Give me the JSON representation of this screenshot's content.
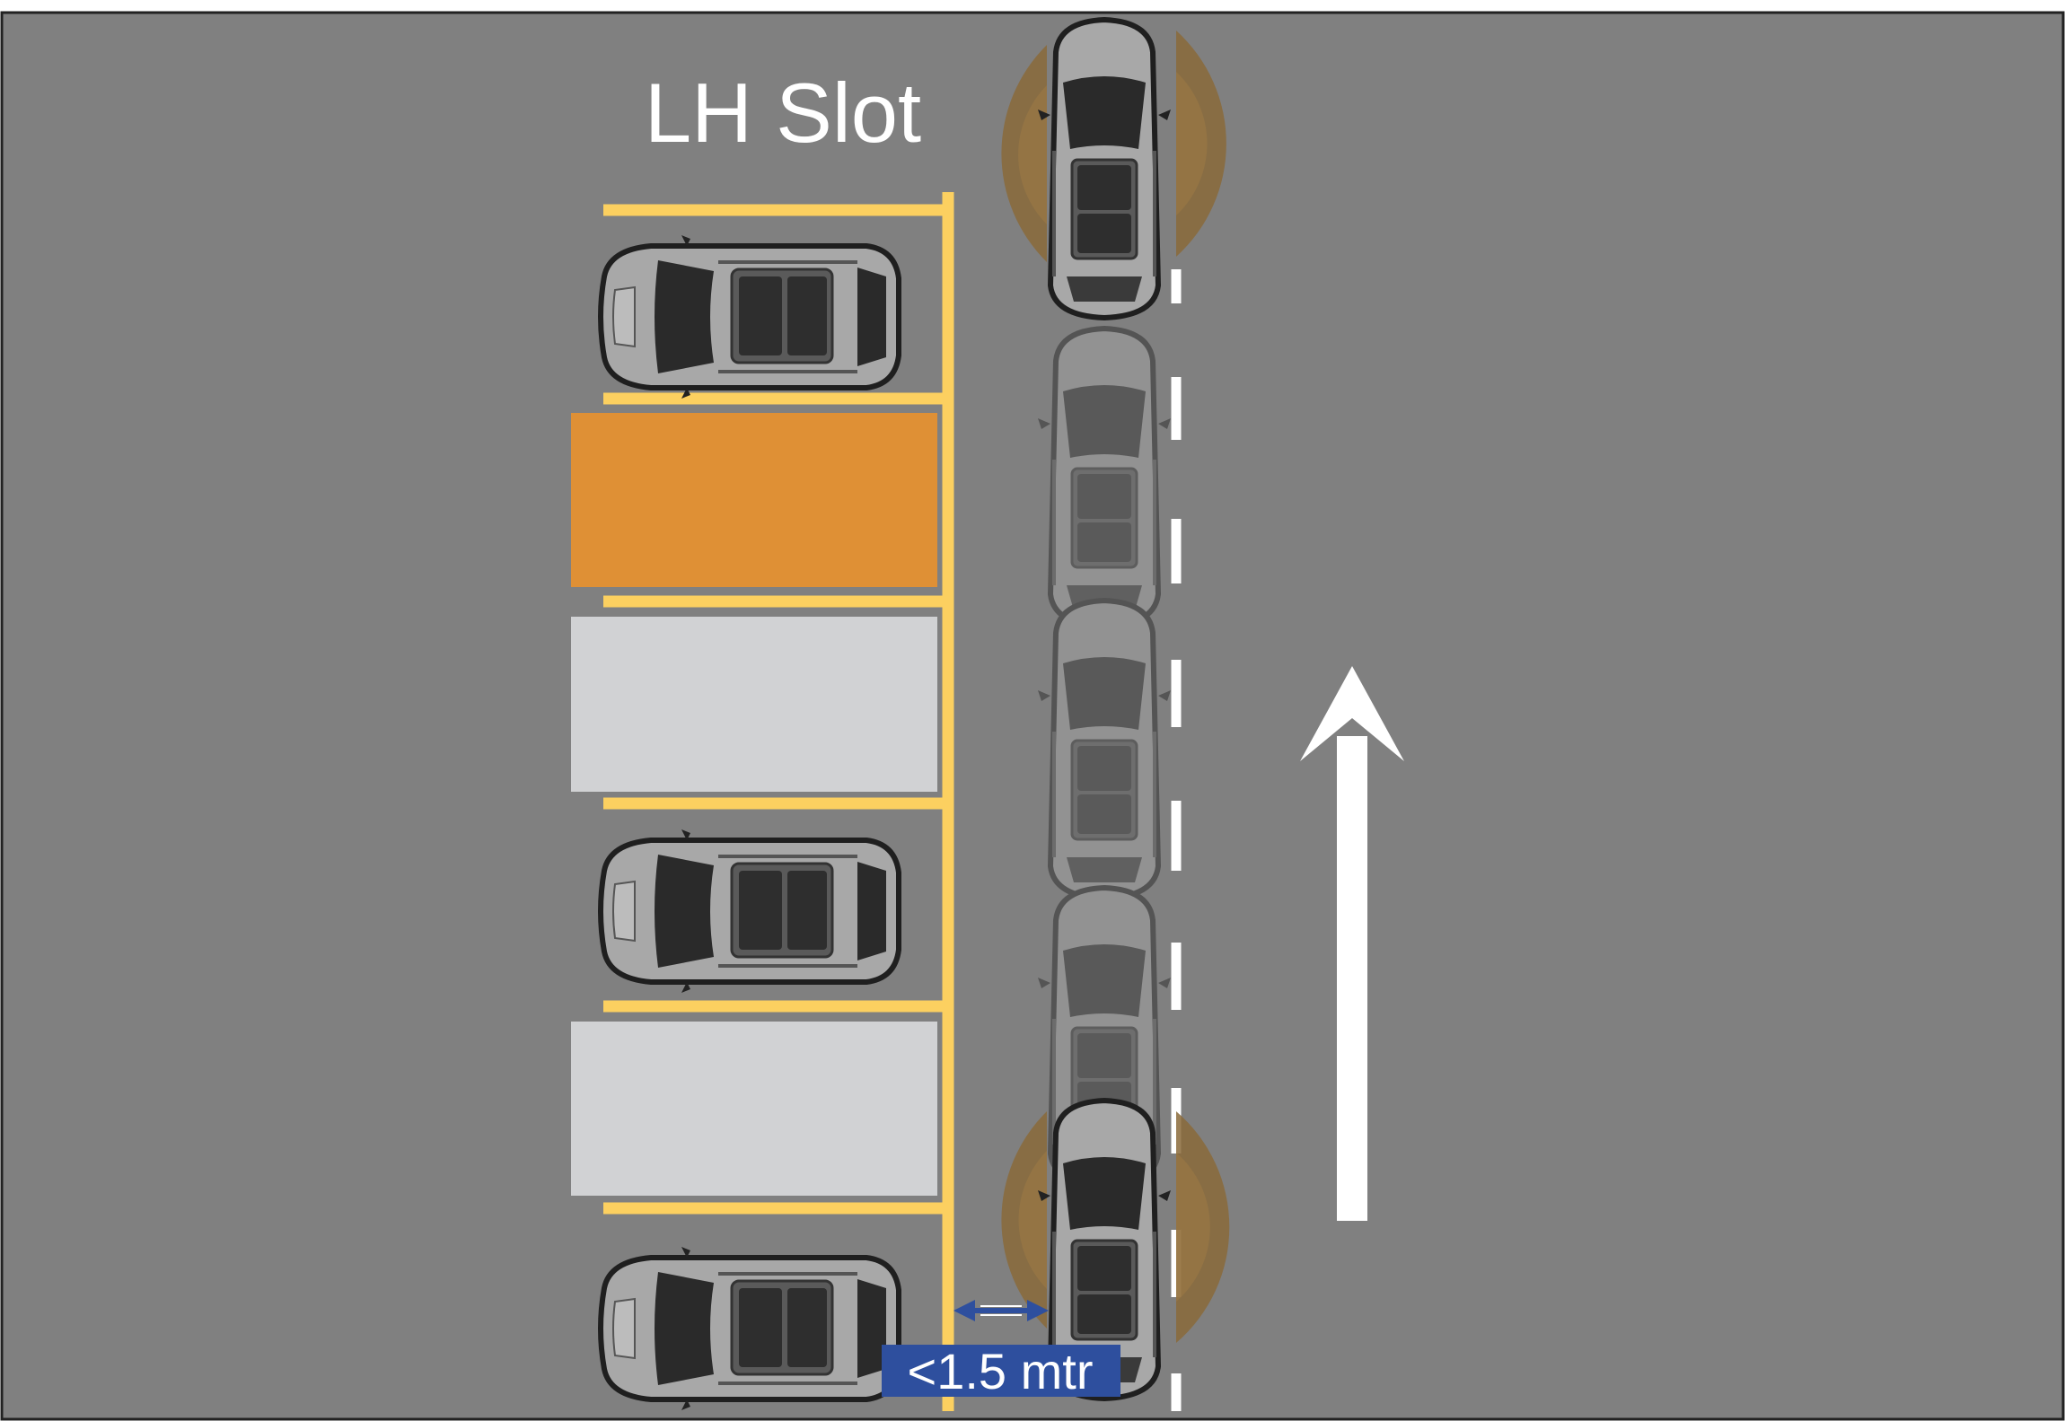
{
  "title": "LH Slot",
  "distance_label": "<1.5 mtr",
  "colors": {
    "road": "#808080",
    "border": "#222222",
    "slot_line": "#FCD060",
    "target_slot": "#DF9035",
    "empty_slot": "#D1D2D4",
    "lane_marking": "#FFFFFF",
    "label_bg": "#2E4F9E",
    "sensor_cone": "#8A6A3A",
    "car_body": "#A9A9A9",
    "car_glass": "#2B2B2B"
  },
  "slots": [
    {
      "name": "slot-1",
      "state": "occupied"
    },
    {
      "name": "slot-2",
      "state": "target"
    },
    {
      "name": "slot-3",
      "state": "empty"
    },
    {
      "name": "slot-4",
      "state": "occupied"
    },
    {
      "name": "slot-5",
      "state": "empty"
    },
    {
      "name": "slot-6",
      "state": "occupied"
    }
  ],
  "ego_positions": [
    "start",
    "ghost",
    "ghost",
    "ghost",
    "scan"
  ],
  "direction": "up"
}
